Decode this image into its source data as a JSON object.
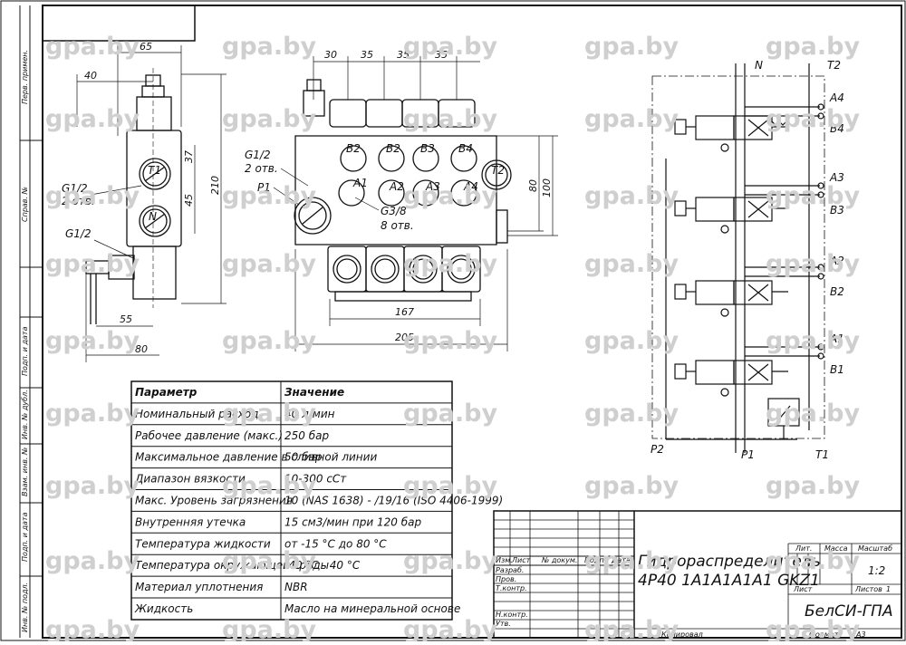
{
  "watermark": "gpa.by",
  "margin_labels": [
    "Перв. примен.",
    "Справ. №",
    "Подп. и дата",
    "Инв. № дубл.",
    "Взам. инв. №",
    "Подп. и дата",
    "Инв. № подл."
  ],
  "dims": {
    "d65": "65",
    "d40": "40",
    "d37": "37",
    "d45": "45",
    "d210": "210",
    "d55": "55",
    "d80": "80",
    "d30": "30",
    "d35a": "35",
    "d35b": "35",
    "d35c": "35",
    "d80b": "80",
    "d100": "100",
    "d167": "167",
    "d205": "205"
  },
  "ports": {
    "t1_side": "T1",
    "n_side": "N",
    "g12_a": "G1/2",
    "g12_a2": "2 отв.",
    "g12_b": "G1/2",
    "g12_c": "G1/2",
    "g12_c2": "2 отв.",
    "p1_front": "P1",
    "g38": "G3/8",
    "g38_2": "8 отв.",
    "t2_front": "T2",
    "b": [
      "B2",
      "B2",
      "B3",
      "B4"
    ],
    "a": [
      "A1",
      "A2",
      "A3",
      "A4"
    ]
  },
  "schematic": {
    "n": "N",
    "t2": "T2",
    "p2": "P2",
    "p1": "P1",
    "t1": "T1",
    "a": [
      "A4",
      "A3",
      "A2",
      "A1"
    ],
    "b": [
      "B4",
      "B3",
      "B2",
      "B1"
    ]
  },
  "table": {
    "header": [
      "Параметр",
      "Значение"
    ],
    "rows": [
      [
        "Номинальный расход",
        "40 л/мин"
      ],
      [
        "Рабочее давление (макс.)",
        "250 бар"
      ],
      [
        "Максимальное давление в сливной линии",
        "50 бар"
      ],
      [
        "Диапазон вязкости",
        "10-300 сСт"
      ],
      [
        "Макс. Уровень загрязнения",
        "10 (NAS 1638) - /19/16 (ISO 4406-1999)"
      ],
      [
        "Внутренняя утечка",
        "15 см3/мин при 120 бар"
      ],
      [
        "Температура жидкости",
        "от -15 °С до 80 °С"
      ],
      [
        "Температура окружающей среды",
        "-40 °С - 40 °С"
      ],
      [
        "Материал уплотнения",
        "NBR"
      ],
      [
        "Жидкость",
        "Масло на минеральной основе"
      ]
    ]
  },
  "title_block": {
    "cols": [
      "Изм.",
      "Лист",
      "№ докум.",
      "Подп.",
      "Дата"
    ],
    "roles": [
      "Разраб.",
      "Пров.",
      "Т.контр.",
      "",
      "Н.контр.",
      "Утв."
    ],
    "title1": "Гидрораспределитель",
    "title2": "4Р40 1A1A1A1A1 GKZ1",
    "lit": "Лит.",
    "massa": "Масса",
    "masshtab": "Масштаб",
    "scale": "1:2",
    "list": "Лист",
    "listov": "Листов",
    "listov_val": "1",
    "org": "БелСИ-ГПА",
    "kopiroval": "Копировал",
    "format": "Формат",
    "format_val": "А3"
  }
}
